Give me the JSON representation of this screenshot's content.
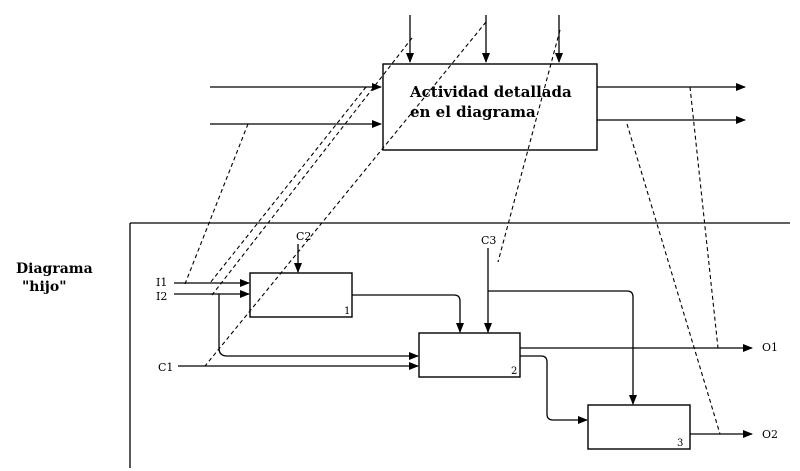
{
  "parent_activity": {
    "label_line1": "Actividad detallada",
    "label_line2": "en el diagrama"
  },
  "child_diagram": {
    "label_line1": "Diagrama",
    "label_line2": "\"hijo\""
  },
  "inputs": [
    "I1",
    "I2",
    "C1"
  ],
  "controls": [
    "C2",
    "C3"
  ],
  "outputs": [
    "O1",
    "O2"
  ],
  "child_boxes": [
    "1",
    "2",
    "3"
  ]
}
